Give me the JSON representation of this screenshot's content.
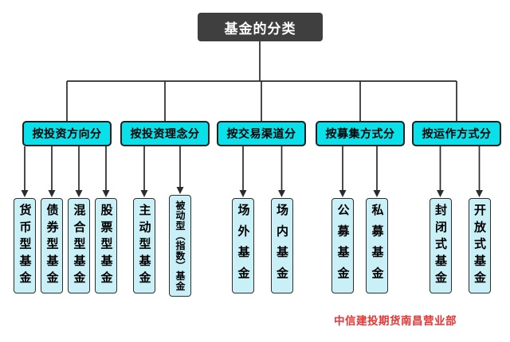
{
  "title": "基金的分类",
  "groups": [
    {
      "label": "按投资方向分",
      "children": [
        "货币型基金",
        "债券型基金",
        "混合型基金",
        "股票型基金"
      ]
    },
    {
      "label": "按投资理念分",
      "children": [
        "主动型基金",
        "被动型（指数）基金"
      ]
    },
    {
      "label": "按交易渠道分",
      "children": [
        "场外基金",
        "场内基金"
      ]
    },
    {
      "label": "按募集方式分",
      "children": [
        "公募基金",
        "私募基金"
      ]
    },
    {
      "label": "按运作方式分",
      "children": [
        "封闭式基金",
        "开放式基金"
      ]
    }
  ],
  "footer": "中信建投期货南昌营业部",
  "colors": {
    "root_bg": "#3f3f3f",
    "root_text": "#ffffff",
    "category_bg": "#0ae0ea",
    "leaf_bg": "#c9eff7",
    "border": "#1f1f1f",
    "line": "#2b2b2b",
    "footer_text": "#e53535",
    "canvas_bg": "#ffffff"
  }
}
